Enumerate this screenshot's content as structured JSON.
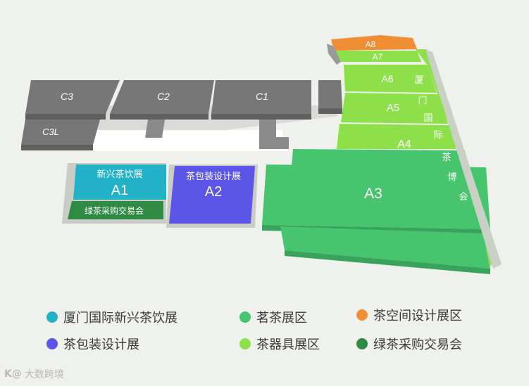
{
  "colors": {
    "background": "#eef1ec",
    "tea_cyan": "#21b2c7",
    "tea_purple": "#5b55e8",
    "tea_green": "#46c46e",
    "tea_lightgreen": "#8ee04a",
    "tea_orange": "#ef8e35",
    "tea_darkgreen": "#2f8a44",
    "hall_gray": "#777777",
    "hall_gray_dark": "#5f5f5f"
  },
  "map": {
    "halls": {
      "c3": "C3",
      "c2": "C2",
      "c1": "C1",
      "c3l": "C3L",
      "a1_title": "新兴茶饮展",
      "a1_code": "A1",
      "a1_sub": "绿茶采购交易会",
      "a2_title": "茶包装设计展",
      "a2_code": "A2",
      "a3": "A3",
      "a4": "A4",
      "a5": "A5",
      "a6": "A6",
      "a7": "A7",
      "a8": "A8"
    },
    "vertical_label": [
      "厦",
      "门",
      "国",
      "际",
      "茶",
      "博",
      "会"
    ]
  },
  "legend": [
    {
      "label": "厦门国际新兴茶饮展",
      "color_key": "tea_cyan"
    },
    {
      "label": "茗茶展区",
      "color_key": "tea_green"
    },
    {
      "label": "茶空间设计展区",
      "color_key": "tea_orange"
    },
    {
      "label": "茶包装设计展",
      "color_key": "tea_purple"
    },
    {
      "label": "茶器具展区",
      "color_key": "tea_lightgreen"
    },
    {
      "label": "绿茶采购交易会",
      "color_key": "tea_darkgreen"
    }
  ],
  "watermark": {
    "logo": "K@",
    "text": "大数跨境"
  }
}
